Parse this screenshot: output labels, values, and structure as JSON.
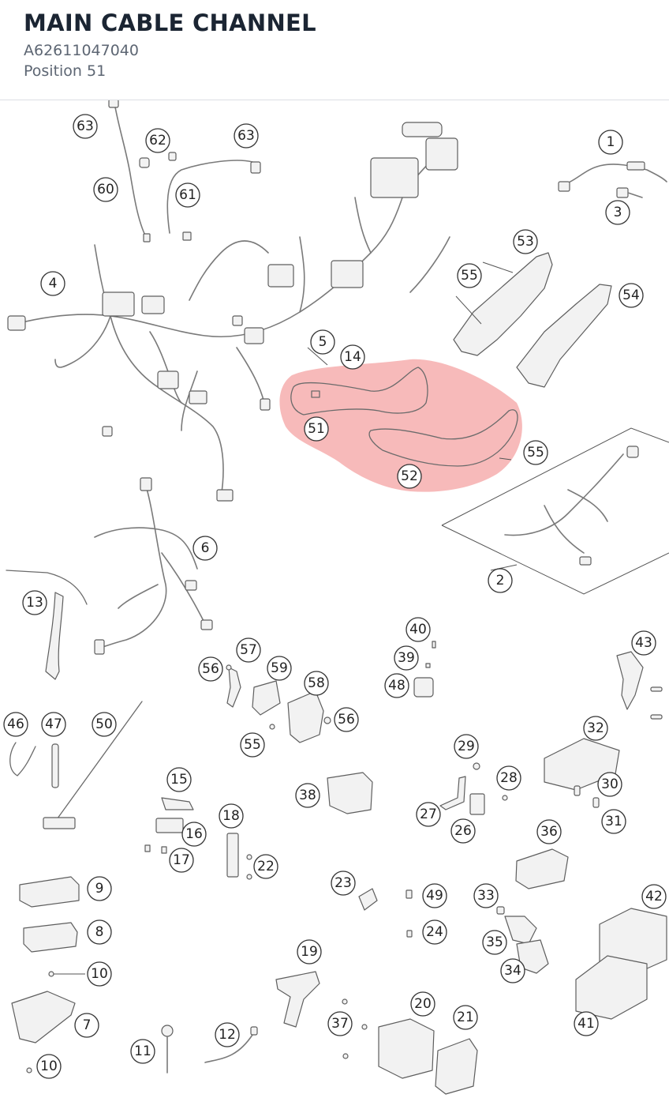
{
  "header": {
    "title": "MAIN CABLE CHANNEL",
    "part_number": "A62611047040",
    "position": "Position 51"
  },
  "highlight": {
    "position_number": "51",
    "color": "#f4a3a3"
  },
  "callouts": [
    {
      "id": "c63a",
      "label": "63"
    },
    {
      "id": "c62",
      "label": "62"
    },
    {
      "id": "c63b",
      "label": "63"
    },
    {
      "id": "c60",
      "label": "60"
    },
    {
      "id": "c61",
      "label": "61"
    },
    {
      "id": "c1",
      "label": "1"
    },
    {
      "id": "c3",
      "label": "3"
    },
    {
      "id": "c53",
      "label": "53"
    },
    {
      "id": "c55a",
      "label": "55"
    },
    {
      "id": "c54",
      "label": "54"
    },
    {
      "id": "c4",
      "label": "4"
    },
    {
      "id": "c5",
      "label": "5"
    },
    {
      "id": "c14",
      "label": "14"
    },
    {
      "id": "c51",
      "label": "51"
    },
    {
      "id": "c52",
      "label": "52"
    },
    {
      "id": "c55b",
      "label": "55"
    },
    {
      "id": "c6",
      "label": "6"
    },
    {
      "id": "c2",
      "label": "2"
    },
    {
      "id": "c13",
      "label": "13"
    },
    {
      "id": "c40",
      "label": "40"
    },
    {
      "id": "c39",
      "label": "39"
    },
    {
      "id": "c48",
      "label": "48"
    },
    {
      "id": "c43",
      "label": "43"
    },
    {
      "id": "c57",
      "label": "57"
    },
    {
      "id": "c56a",
      "label": "56"
    },
    {
      "id": "c59",
      "label": "59"
    },
    {
      "id": "c58",
      "label": "58"
    },
    {
      "id": "c56b",
      "label": "56"
    },
    {
      "id": "c55c",
      "label": "55"
    },
    {
      "id": "c46",
      "label": "46"
    },
    {
      "id": "c47",
      "label": "47"
    },
    {
      "id": "c50",
      "label": "50"
    },
    {
      "id": "c32",
      "label": "32"
    },
    {
      "id": "c29",
      "label": "29"
    },
    {
      "id": "c28",
      "label": "28"
    },
    {
      "id": "c30",
      "label": "30"
    },
    {
      "id": "c15",
      "label": "15"
    },
    {
      "id": "c38",
      "label": "38"
    },
    {
      "id": "c18",
      "label": "18"
    },
    {
      "id": "c27",
      "label": "27"
    },
    {
      "id": "c31",
      "label": "31"
    },
    {
      "id": "c16",
      "label": "16"
    },
    {
      "id": "c26",
      "label": "26"
    },
    {
      "id": "c36",
      "label": "36"
    },
    {
      "id": "c17",
      "label": "17"
    },
    {
      "id": "c22",
      "label": "22"
    },
    {
      "id": "c9",
      "label": "9"
    },
    {
      "id": "c23",
      "label": "23"
    },
    {
      "id": "c49",
      "label": "49"
    },
    {
      "id": "c33",
      "label": "33"
    },
    {
      "id": "c42",
      "label": "42"
    },
    {
      "id": "c8",
      "label": "8"
    },
    {
      "id": "c24",
      "label": "24"
    },
    {
      "id": "c35",
      "label": "35"
    },
    {
      "id": "c19",
      "label": "19"
    },
    {
      "id": "c10a",
      "label": "10"
    },
    {
      "id": "c34",
      "label": "34"
    },
    {
      "id": "c20",
      "label": "20"
    },
    {
      "id": "c21",
      "label": "21"
    },
    {
      "id": "c7",
      "label": "7"
    },
    {
      "id": "c37",
      "label": "37"
    },
    {
      "id": "c41",
      "label": "41"
    },
    {
      "id": "c12",
      "label": "12"
    },
    {
      "id": "c11",
      "label": "11"
    },
    {
      "id": "c10b",
      "label": "10"
    }
  ]
}
